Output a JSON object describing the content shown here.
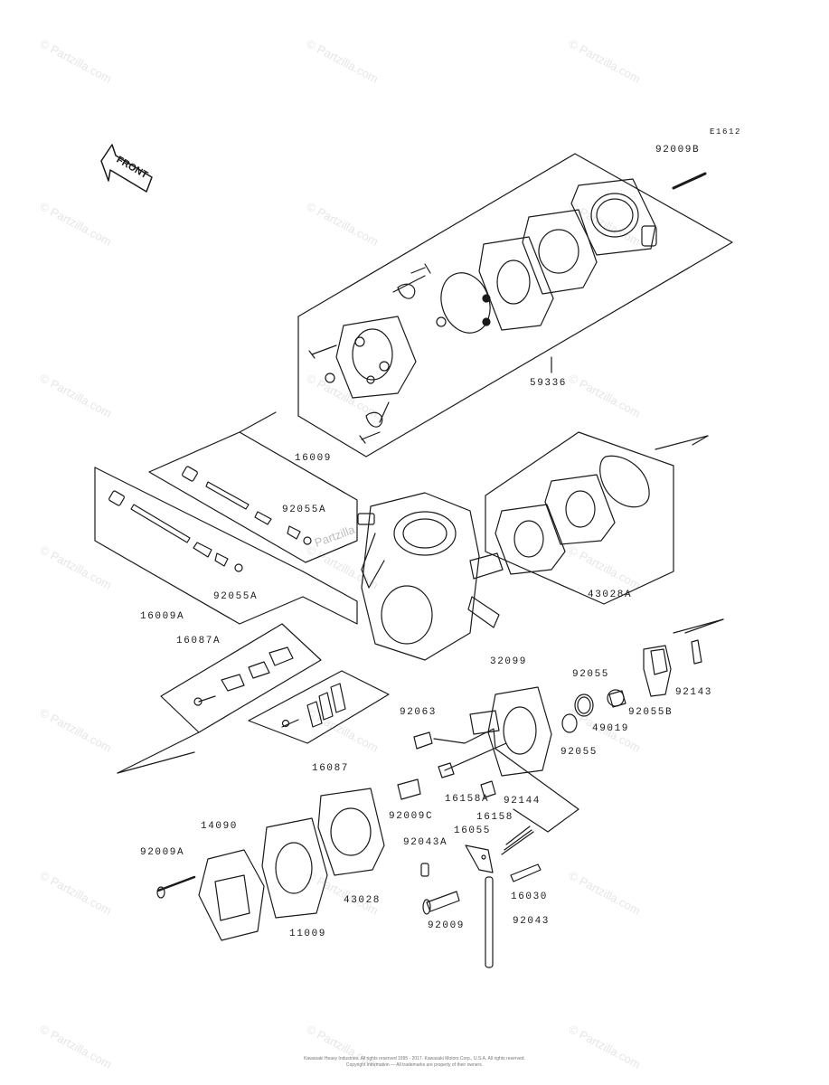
{
  "diagram_id": "E1612",
  "front_label": "FRONT",
  "watermark": "© Partzilla.com",
  "center_watermark": "Partzilla",
  "copyright_line1": "Kawasaki Heavy Industries. All rights reserved 1995 - 2017. Kawasaki Motors Corp., U.S.A. All rights reserved.",
  "copyright_line2": "Copyright Information — All trademarks are property of their owners.",
  "parts": {
    "p92009B": "92009B",
    "p59336": "59336",
    "p16009": "16009",
    "p92055A_1": "92055A",
    "p92055A_2": "92055A",
    "p16009A": "16009A",
    "p43028A": "43028A",
    "p16087A": "16087A",
    "p32099": "32099",
    "p92055_1": "92055",
    "p92055_2": "92055",
    "p49019": "49019",
    "p92055B": "92055B",
    "p92143": "92143",
    "p92063": "92063",
    "p16087": "16087",
    "p16158A": "16158A",
    "p92009C": "92009C",
    "p16158": "16158",
    "p92144": "92144",
    "p16055": "16055",
    "p14090": "14090",
    "p92043A": "92043A",
    "p92009A": "92009A",
    "p16030": "16030",
    "p43028": "43028",
    "p11009": "11009",
    "p92009": "92009",
    "p92043": "92043"
  },
  "colors": {
    "line": "#1a1a1a",
    "watermark": "#e6e6e6"
  }
}
